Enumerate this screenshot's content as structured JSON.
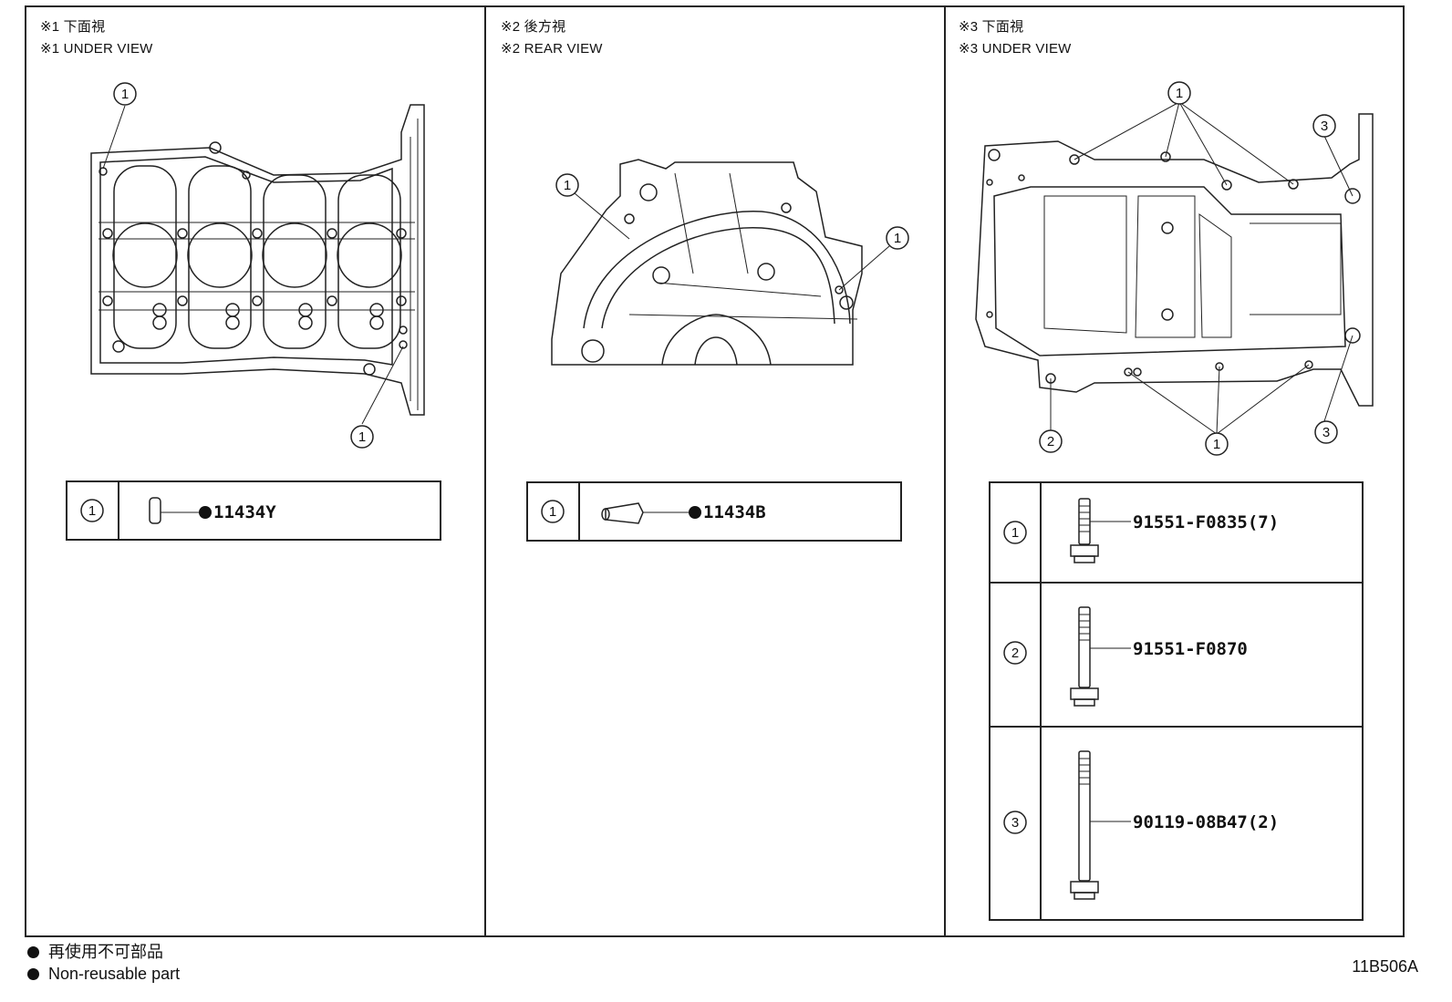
{
  "panels": [
    {
      "title_ja": "※1 下面視",
      "title_en": "※1 UNDER VIEW"
    },
    {
      "title_ja": "※2 後方視",
      "title_en": "※2 REAR VIEW"
    },
    {
      "title_ja": "※3 下面視",
      "title_en": "※3 UNDER VIEW"
    }
  ],
  "callout_labels": [
    "1",
    "2",
    "3"
  ],
  "parts": {
    "panel1": [
      {
        "ref": "1",
        "part_number": "11434Y",
        "non_reusable": true
      }
    ],
    "panel2": [
      {
        "ref": "1",
        "part_number": "11434B",
        "non_reusable": true
      }
    ],
    "panel3": [
      {
        "ref": "1",
        "part_number": "91551-F0835(7)"
      },
      {
        "ref": "2",
        "part_number": "91551-F0870"
      },
      {
        "ref": "3",
        "part_number": "90119-08B47(2)"
      }
    ]
  },
  "legend": {
    "ja": "再使用不可部品",
    "en": "Non-reusable part"
  },
  "drawing_id": "11B506A"
}
